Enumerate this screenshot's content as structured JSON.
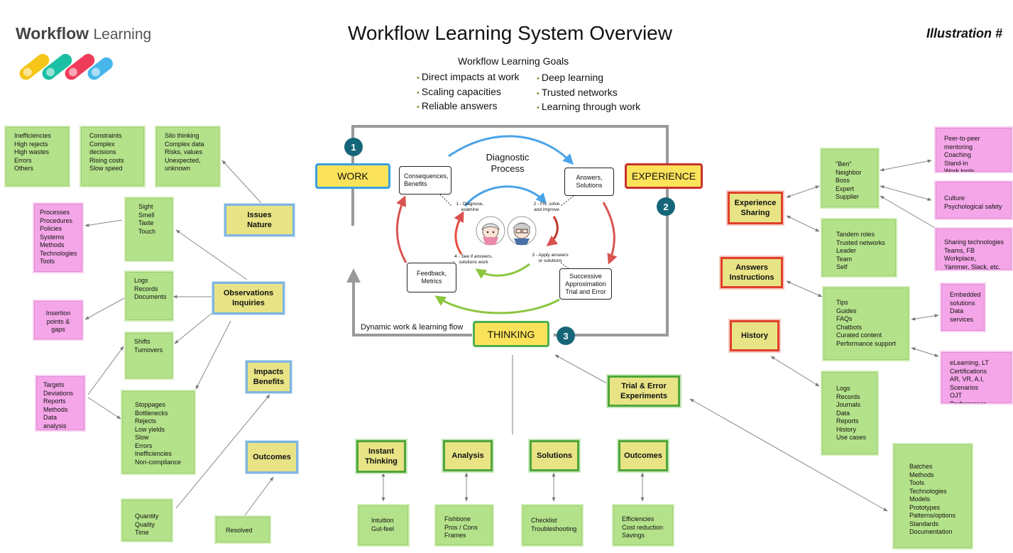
{
  "header": {
    "brand_bold": "Workflow",
    "brand_light": "Learning",
    "title": "Workflow Learning System Overview",
    "illustration": "Illustration #"
  },
  "goals": {
    "heading": "Workflow Learning Goals",
    "left": [
      "Direct impacts at work",
      "Scaling capacities",
      "Reliable answers"
    ],
    "right": [
      "Deep learning",
      "Trusted networks",
      "Learning through work"
    ]
  },
  "center": {
    "work": "WORK",
    "experience": "EXPERIENCE",
    "thinking": "THINKING",
    "numbers": [
      "1",
      "2",
      "3"
    ],
    "flow_label": "Dynamic work & learning flow",
    "diagnostic": "Diagnostic\nProcess",
    "consequences": "Consequences,\nBenefits",
    "answers": "Answers,\nSolutions",
    "feedback": "Feedback,\nMetrics",
    "successive": "Successive\nApproximation\nTrial and Error",
    "step1": "1 - Diagnose,\nexamine",
    "step2": "2 - Fix, solve\nand improve",
    "step3": "3 - Apply answers\nor solutions",
    "step4": "4 - See if answers,\nsolutions work"
  },
  "left": {
    "box_inefficiencies": "Inefficiencies\nHigh rejects\nHigh wastes\nErrors\nOthers",
    "box_constraints": "Constraints\nComplex\n   decisions\nRising costs\nSlow speed",
    "box_silo": "Silo thinking\nComplex data\nRisks, values\nUnexpected,\n   unknown",
    "issues": "Issues\nNature",
    "box_processes": "Processes\nProcedures\nPolicies\nSystems\nMethods\nTechnologies\nTools",
    "box_senses": "Sight\nSmell\nTaste\nTouch",
    "box_logs": "Logs\nRecords\nDocuments",
    "observations": "Observations\nInquiries",
    "box_insertion": "Insertion\npoints &\ngaps",
    "box_shifts": "Shifts\nTurnovers",
    "box_targets": "Targets\nDeviations\nReports\nMethods\nData analysis",
    "box_stoppages": "Stoppages\nBottlenecks\nRejects\nLow yields\nSlow\nErrors\nInefficiencies\nNon-compliance",
    "impacts": "Impacts\nBenefits",
    "outcomes": "Outcomes",
    "box_quantity": "Quantity\nQuality\nTime",
    "box_resolved": "Resolved"
  },
  "bottom": {
    "instant": "Instant\nThinking",
    "analysis": "Analysis",
    "solutions": "Solutions",
    "outcomes": "Outcomes",
    "trial": "Trial & Error\nExperiments",
    "box_intuition": "Intuition\nGut-feel",
    "box_fishbone": "Fishbone\nPros / Cons\nFrames",
    "box_checklist": "Checklist\nTroubleshooting",
    "box_efficiencies": "Efficiencies\nCost reduction\nSavings",
    "box_batches": "Batches\nMethods\nTools\nTechnologies\nModels\nPrototypes\nPatterns/options\nStandards\nDocumentation"
  },
  "right": {
    "experience_sharing": "Experience\nSharing",
    "answers_instructions": "Answers\nInstructions",
    "history": "History",
    "box_ben": "\"Ben\"\nNeighbor\nBoss\nExpert\nSupplier",
    "box_tandem": "Tandem roles\nTrusted networks\nLeader\nTeam\nSelf",
    "box_tips": "Tips\nGuides\nFAQs\nChatbots\nCurated content\nPerformance support",
    "box_logs": "Logs\nRecords\nJournals\nData\nReports\nHistory\nUse cases",
    "box_peer": "Peer-to-peer mentoring\nCoaching\nStand-in\nWork tools",
    "box_culture": "Culture\nPsychological safety",
    "box_sharing_tech": "Sharing technologies\nTeams, FB Workplace,\nYammer, Slack, etc.",
    "box_embedded": "Embedded\n   solutions\nData\n   services",
    "box_elearning": "eLearning, LT\nCertifications\nAR, VR, A.I, Scenarios\nOJT\nPerformance Support"
  },
  "colors": {
    "green_box": "#b4e28a",
    "pink_box": "#f4a6e8",
    "label_fill": "#e8e486",
    "work_yellow": "#fae35a",
    "teal_number": "#16667a"
  }
}
